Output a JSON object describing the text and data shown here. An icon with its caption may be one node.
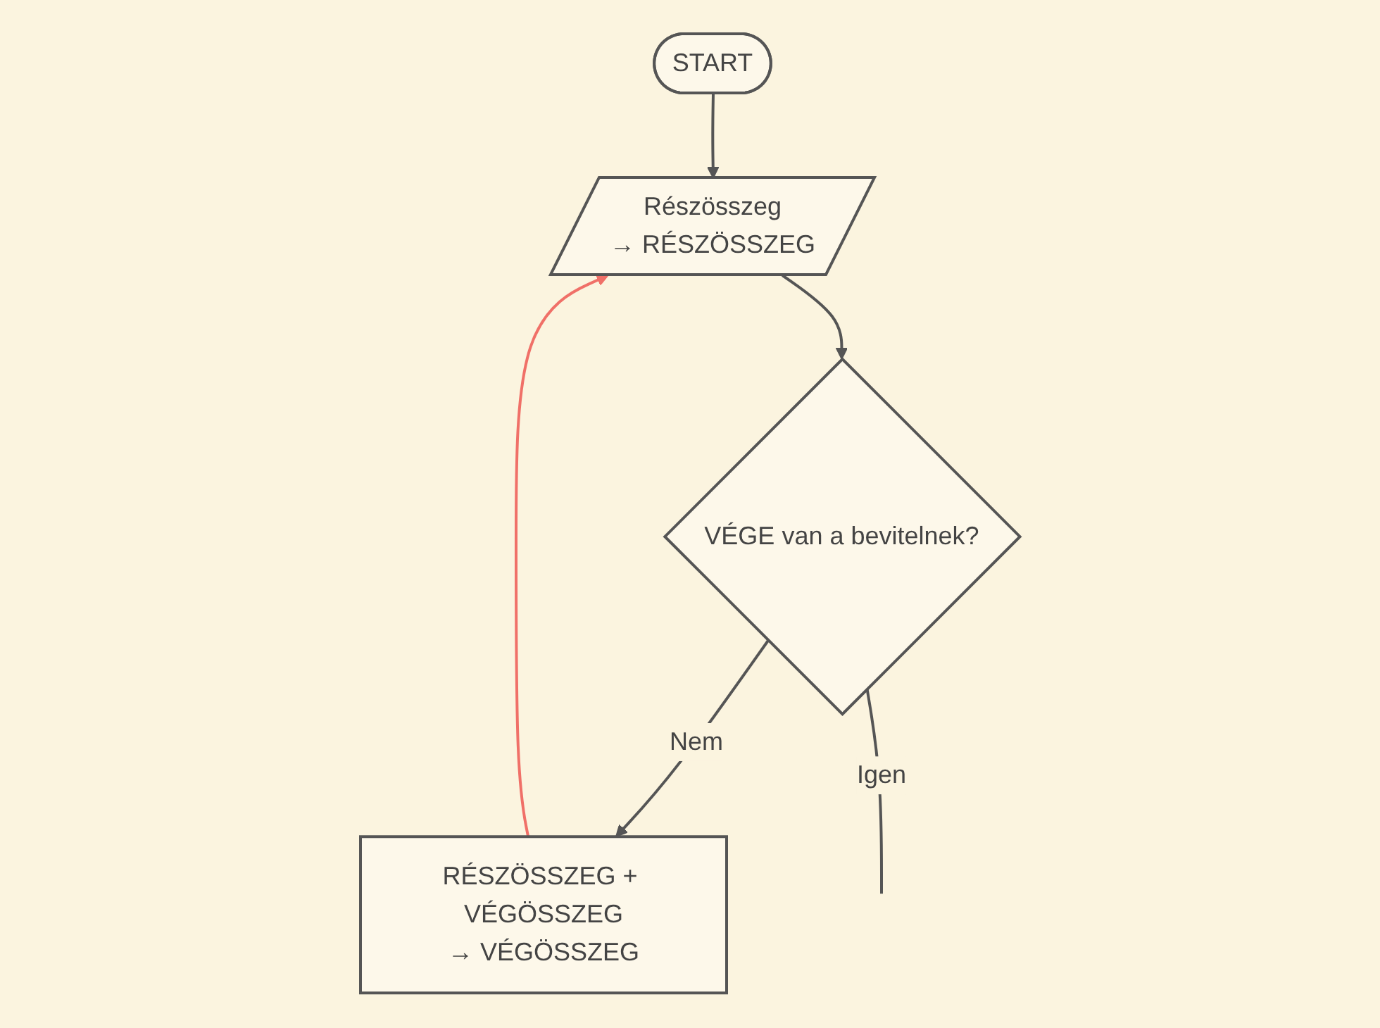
{
  "diagram": {
    "nodes": [
      {
        "text": [
          "START"
        ]
      },
      {
        "text": [
          "Részösszeg",
          "→ RÉSZÖSSZEG"
        ]
      },
      {
        "text": [
          "VÉGE van a bevitelnek?"
        ]
      },
      {
        "text": [
          "RÉSZÖSSZEG + VÉGÖSSZEG",
          "→ VÉGÖSSZEG"
        ]
      }
    ],
    "edges": [
      {
        "from": 0,
        "to": 1,
        "arrow": "to"
      },
      {
        "from": 1,
        "to": 2,
        "arrow": "to"
      },
      {
        "from": 2,
        "to": 3,
        "label": "Nem",
        "arrow": "to"
      },
      {
        "from": 3,
        "to": 1,
        "arrow": "to",
        "color": "#f07068"
      },
      {
        "from": 2,
        "to": null,
        "label": "Igen",
        "arrow": "none"
      }
    ]
  }
}
